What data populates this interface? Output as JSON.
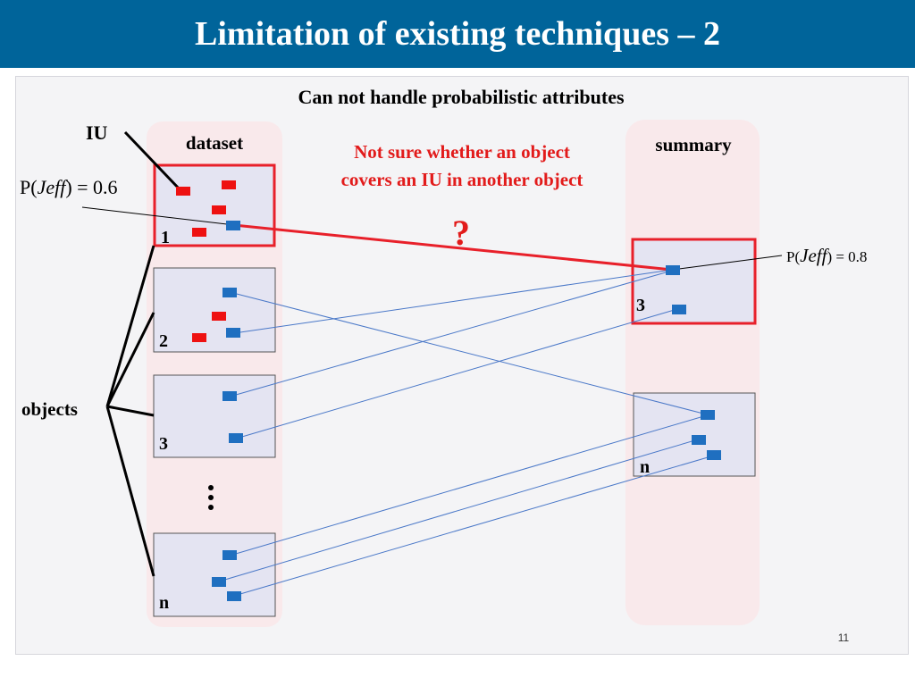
{
  "slide": {
    "title": "Limitation of existing techniques – 2",
    "subtitle": "Can not handle probabilistic attributes",
    "page_number": "11"
  },
  "diagram": {
    "iu_label": "IU",
    "dataset_label": "dataset",
    "summary_label": "summary",
    "objects_label": "objects",
    "ellipsis": "⋮",
    "note_line1": "Not sure whether an object",
    "note_line2": "covers an IU in another object",
    "question_mark": "?",
    "prob_left": {
      "prefix": "P(",
      "name": "Jeff",
      "suffix": ") = 0.6"
    },
    "prob_right": {
      "prefix": "P(",
      "name": "Jeff",
      "suffix": ") = 0.8"
    },
    "dataset_objects": [
      "1",
      "2",
      "3",
      "n"
    ],
    "summary_objects": [
      "3",
      "n"
    ]
  },
  "colors": {
    "title_bg": "#00649a",
    "panel_bg": "#f4f4f6",
    "column_bg": "#f9e9eb",
    "box_bg": "#e4e4f2",
    "highlight_red": "#e8202a",
    "iu_blue": "#1f6fc0",
    "iu_red": "#ee1111",
    "link_blue": "#4a78c8",
    "note_red": "#e21b1b"
  }
}
